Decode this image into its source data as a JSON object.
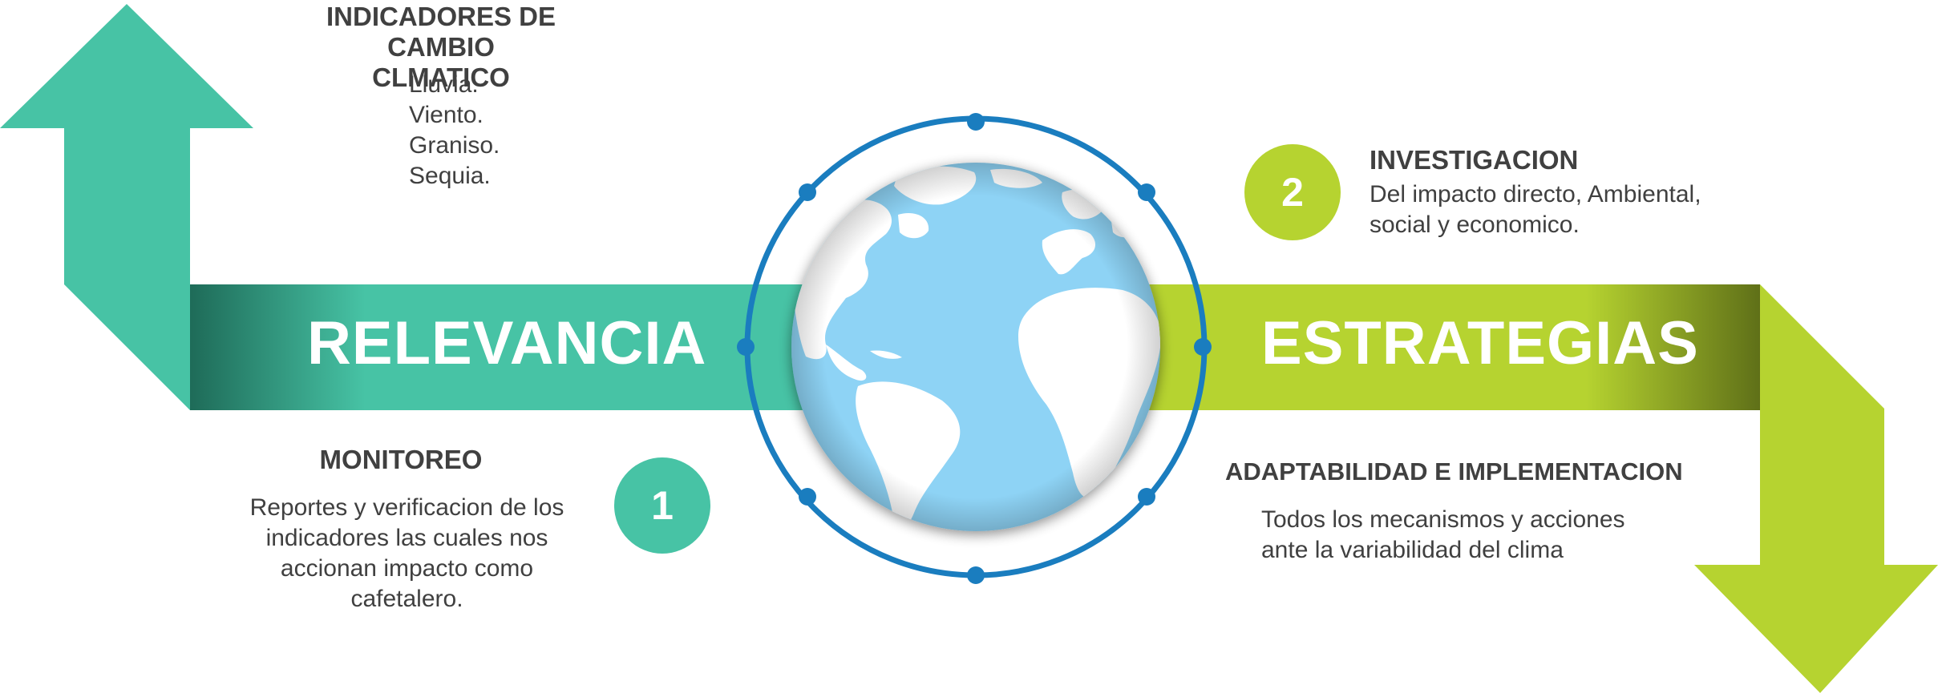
{
  "colors": {
    "teal": "#47c3a5",
    "teal_dark": "#1e6b58",
    "green": "#b6d330",
    "green_dark": "#5f7018",
    "ring_blue": "#1a7dbf",
    "ocean": "#8ed3f5",
    "land": "#ffffff",
    "text": "#404040"
  },
  "indicators": {
    "title_line1": "INDICADORES DE",
    "title_line2": "CAMBIO CLMATICO",
    "items": [
      "Lluvia.",
      "Viento.",
      "Graniso.",
      "Sequia."
    ]
  },
  "relevancia": {
    "label": "RELEVANCIA"
  },
  "estrategias": {
    "label": "ESTRATEGIAS"
  },
  "monitoreo": {
    "title": "MONITOREO",
    "lines": [
      "Reportes y verificacion de los",
      "indicadores las cuales nos",
      "accionan impacto como",
      "cafetalero."
    ]
  },
  "step1": {
    "number": "1"
  },
  "step2": {
    "number": "2"
  },
  "investigacion": {
    "title": "INVESTIGACION",
    "lines": [
      "Del impacto directo, Ambiental,",
      "social y economico."
    ]
  },
  "adaptabilidad": {
    "title": "ADAPTABILIDAD E IMPLEMENTACION",
    "lines": [
      "Todos los mecanismos y acciones",
      "ante la variabilidad del clima"
    ]
  },
  "icons": {
    "up_arrow": "arrow-up-icon",
    "down_arrow": "arrow-down-icon",
    "globe": "globe-icon"
  }
}
